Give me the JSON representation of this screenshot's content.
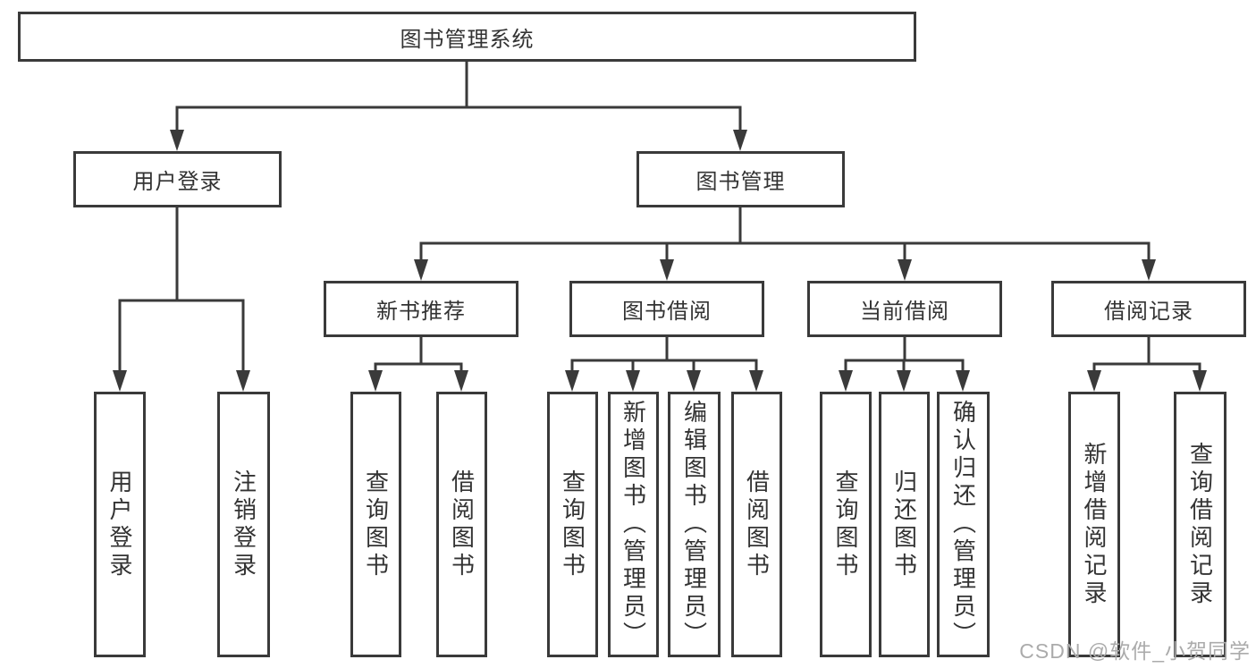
{
  "diagram": {
    "root": {
      "label": "图书管理系统"
    },
    "level2": [
      {
        "label": "用户登录"
      },
      {
        "label": "图书管理"
      }
    ],
    "level3": [
      {
        "label": "新书推荐"
      },
      {
        "label": "图书借阅"
      },
      {
        "label": "当前借阅"
      },
      {
        "label": "借阅记录"
      }
    ],
    "leaves": [
      {
        "label": "用户登录",
        "parent": "用户登录"
      },
      {
        "label": "注销登录",
        "parent": "用户登录"
      },
      {
        "label": "查询图书",
        "parent": "新书推荐"
      },
      {
        "label": "借阅图书",
        "parent": "新书推荐"
      },
      {
        "label": "查询图书",
        "parent": "图书借阅"
      },
      {
        "label": "新增图书（管理员）",
        "parent": "图书借阅"
      },
      {
        "label": "编辑图书（管理员）",
        "parent": "图书借阅"
      },
      {
        "label": "借阅图书",
        "parent": "图书借阅"
      },
      {
        "label": "查询图书",
        "parent": "当前借阅"
      },
      {
        "label": "归还图书",
        "parent": "当前借阅"
      },
      {
        "label": "确认归还（管理员）",
        "parent": "当前借阅"
      },
      {
        "label": "新增借阅记录",
        "parent": "借阅记录"
      },
      {
        "label": "查询借阅记录",
        "parent": "借阅记录"
      }
    ]
  },
  "watermark": {
    "text": "CSDN @软件_小贺同学"
  },
  "colors": {
    "line_color": "#3a3a3a",
    "text_color": "#333333",
    "bg_color": "#ffffff",
    "watermark_color": "#ababab"
  }
}
